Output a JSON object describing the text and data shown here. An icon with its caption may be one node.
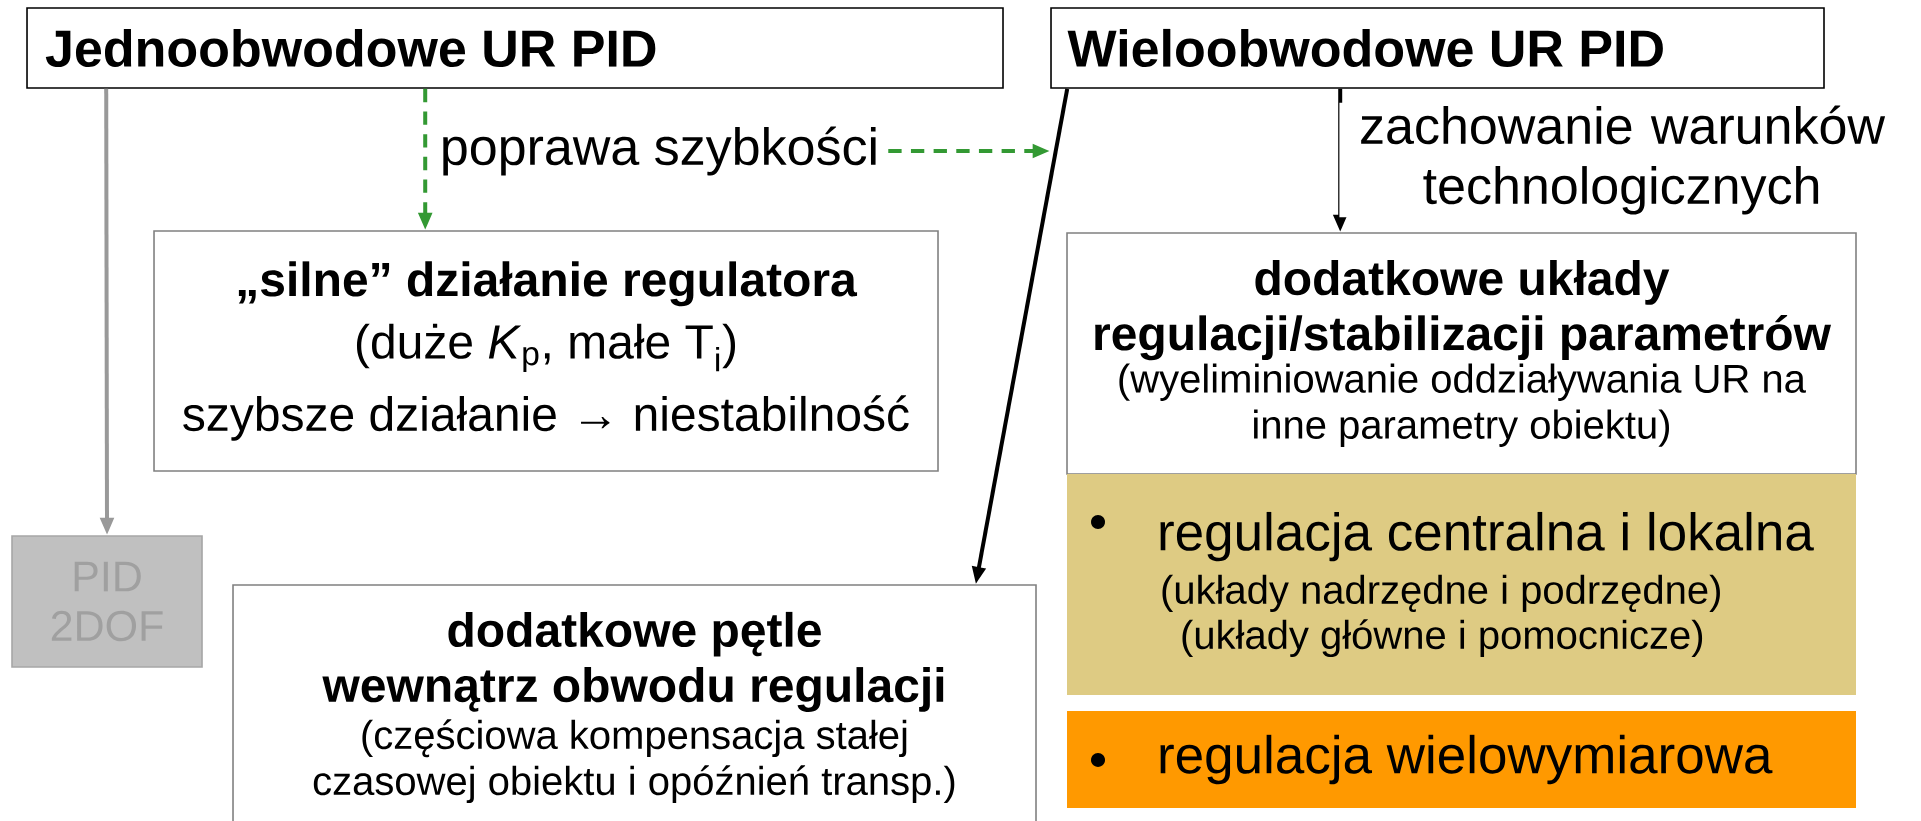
{
  "diagram": {
    "nodes": [
      {
        "text": [
          "Jednoobwodowe UR PID"
        ]
      },
      {
        "text": [
          "Wieloobwodowe UR PID"
        ]
      },
      {
        "text": [
          "poprawa szybkości"
        ]
      },
      {
        "text": [
          "„silne” działanie regulatora",
          "(duże *K*$_{p}$, małe T$_{i}$)",
          "szybsze działanie → niestabilność"
        ]
      },
      {
        "text": [
          "dodatkowe układy regulacji/stabilizacji parametrów",
          "(wyeliminiowanie oddziaływania UR na inne parametry obiektu)"
        ]
      },
      {
        "text": [
          "regulacja centralna i lokalna",
          "(układy nadrzędne i podrzędne)",
          "(układy główne i pomocnicze)"
        ]
      },
      {
        "text": [
          "regulacja wielowymiarowa"
        ]
      },
      {
        "text": [
          "PID 2DOF"
        ]
      },
      {
        "text": [
          "dodatkowe pętle wewnątrz obwodu regulacji",
          "(częściowa kompensacja stałej czasowej obiektu i opóźnień transp.)"
        ]
      }
    ],
    "edges": [
      {
        "from": 0,
        "to": 3,
        "arrow": "to",
        "style": "dashed",
        "color": "#339933"
      },
      {
        "from": 2,
        "to": null,
        "arrow": "to",
        "style": "dashed",
        "color": "#339933"
      },
      {
        "from": 1,
        "to": 4,
        "arrow": "to",
        "color": "#000000",
        "label": "zachowanie warunków technologicznych"
      },
      {
        "from": 1,
        "to": 8,
        "arrow": "to",
        "color": "#000000"
      },
      {
        "from": 0,
        "to": 7,
        "arrow": "to",
        "color": "#999999"
      }
    ]
  }
}
